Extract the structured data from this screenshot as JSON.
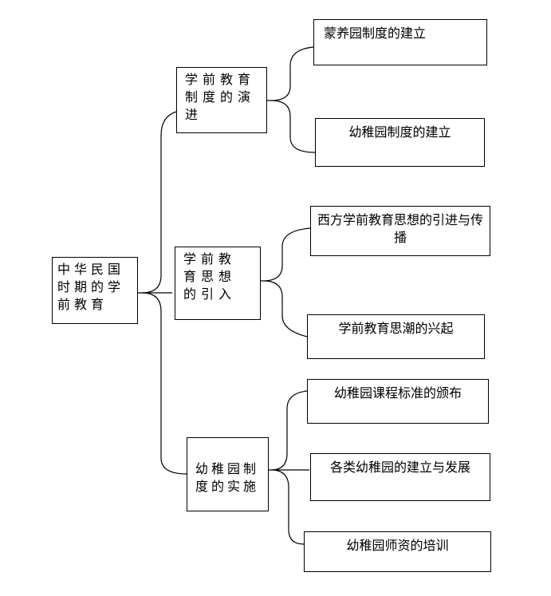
{
  "root": {
    "label": "中华民国时期的学前教育"
  },
  "branches": [
    {
      "label": "学前教育制度的演进",
      "children": [
        "蒙养园制度的建立",
        "幼稚园制度的建立"
      ]
    },
    {
      "label": "学前教育思想的引入",
      "children": [
        "西方学前教育思想的引进与传播",
        "学前教育思潮的兴起"
      ]
    },
    {
      "label": "幼稚园制度的实施",
      "children": [
        "幼稚园课程标准的颁布",
        "各类幼稚园的建立与发展",
        "幼稚园师资的培训"
      ]
    }
  ],
  "colors": {
    "line": "#000000",
    "box_border": "#000000",
    "background": "#ffffff"
  }
}
